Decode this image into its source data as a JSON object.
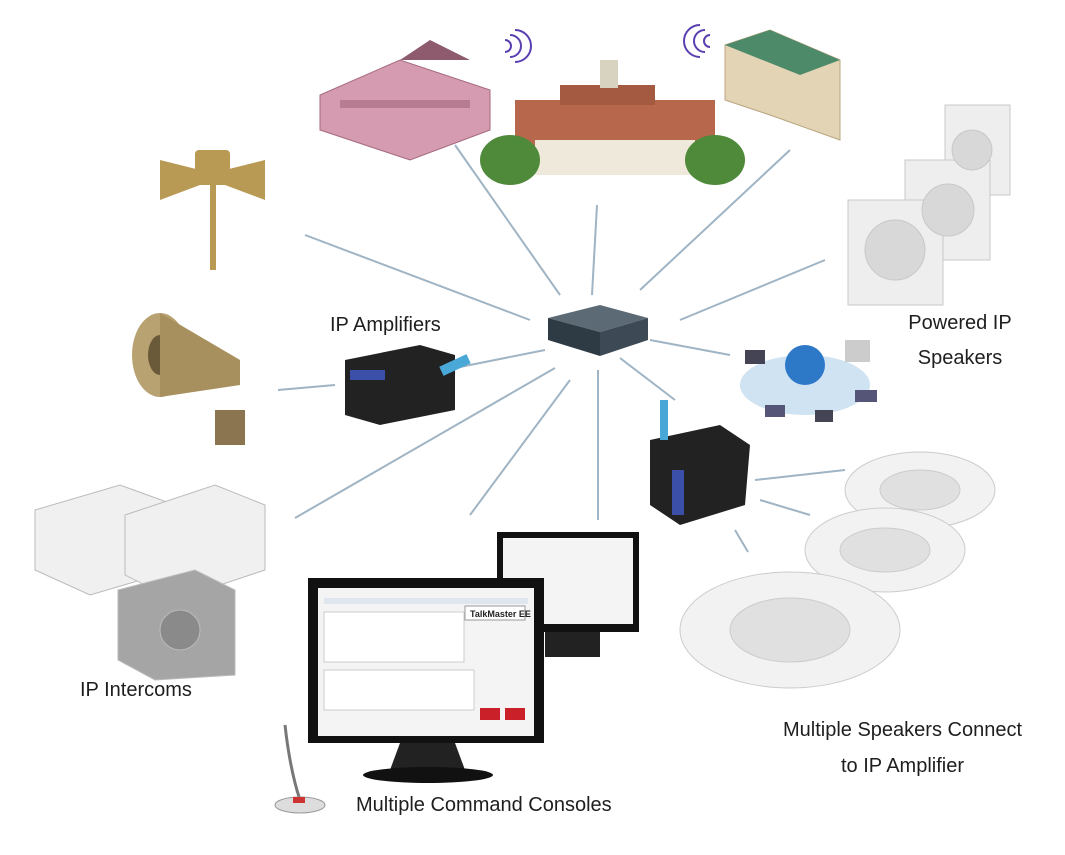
{
  "labels": {
    "ip_amplifiers": "IP Amplifiers",
    "powered_ip_speakers_line1": "Powered IP",
    "powered_ip_speakers_line2": "Speakers",
    "ip_intercoms": "IP Intercoms",
    "multiple_speakers_line1": "Multiple Speakers Connect",
    "multiple_speakers_line2": "to IP Amplifier",
    "multiple_command_consoles": "Multiple Command Consoles"
  },
  "console_logo": "TalkMaster EE",
  "colors": {
    "connector_line": "#9fb4c4",
    "switch": "#3d4a55",
    "speaker_white": "#eeeeee",
    "horn_gold": "#b89a55"
  }
}
